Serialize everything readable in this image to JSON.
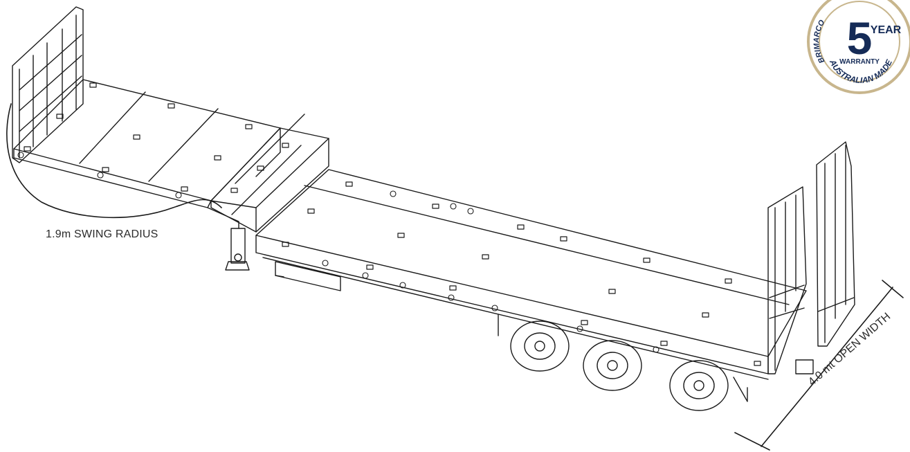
{
  "annotations": {
    "swing_radius_label": "1.9m SWING RADIUS",
    "open_width_label": "4.0 mt OPEN WIDTH"
  },
  "badge": {
    "number": "5",
    "year_text": "YEAR",
    "warranty_text": "WARRANTY",
    "brand_text": "BRIMARCO",
    "made_text": "AUSTRALIAN MADE",
    "colors": {
      "ring": "#c8b68d",
      "navy": "#152b57"
    }
  },
  "drawing": {
    "subject": "low-loader-trailer-line-drawing",
    "stroke_color": "#1a1a1a"
  }
}
